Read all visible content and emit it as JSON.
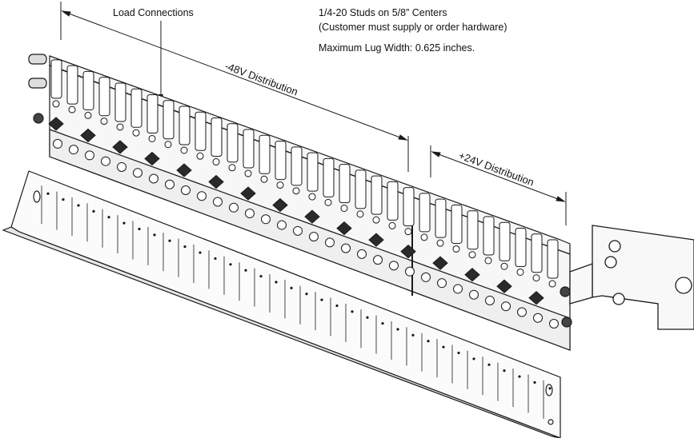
{
  "annotations": {
    "load_connections": "Load Connections",
    "studs_line1": "1/4-20 Studs on 5/8” Centers",
    "studs_line2": "(Customer must supply or order hardware)",
    "max_lug": "Maximum Lug Width: 0.625 inches.",
    "dist_48v": "-48V Distribution",
    "dist_24v": "+24V Distribution"
  },
  "colors": {
    "line": "#1a1a1a",
    "fill_light": "#f4f4f4",
    "fill_dark": "#2a2a2a"
  }
}
